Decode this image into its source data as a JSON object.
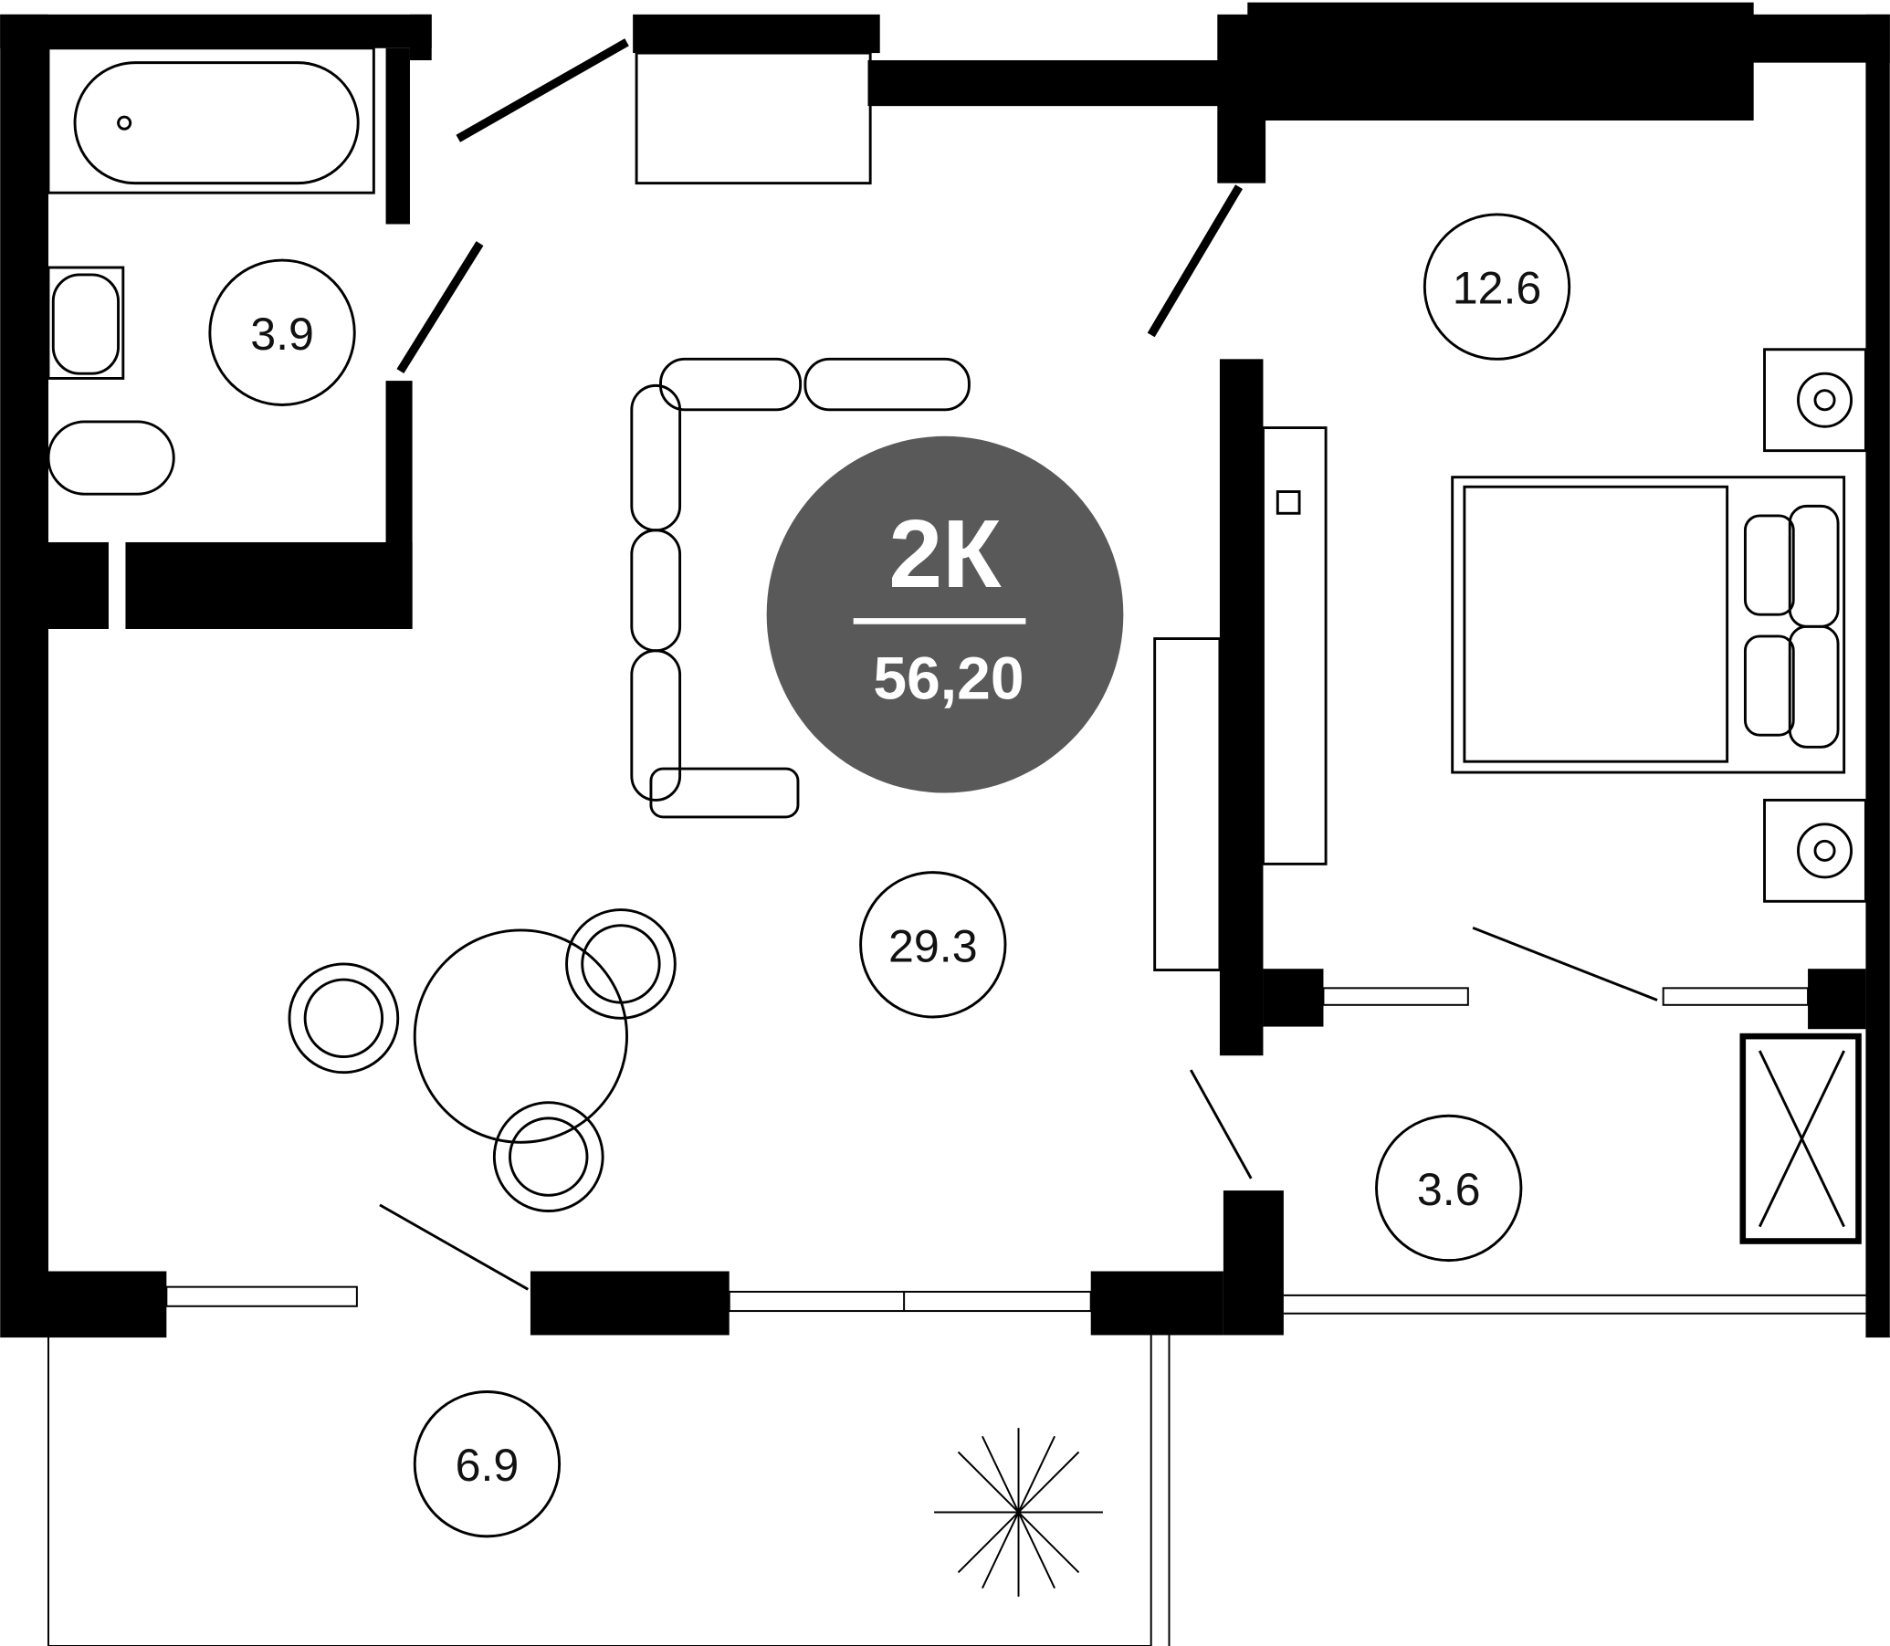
{
  "plan": {
    "apartment_type": "2К",
    "total_area": "56,20",
    "badge_color": "#595959",
    "rooms": [
      {
        "name": "bathroom",
        "area": "3.9"
      },
      {
        "name": "bedroom",
        "area": "12.6"
      },
      {
        "name": "living-room",
        "area": "29.3"
      },
      {
        "name": "hallway",
        "area": "3.6"
      },
      {
        "name": "balcony",
        "area": "6.9"
      }
    ]
  }
}
